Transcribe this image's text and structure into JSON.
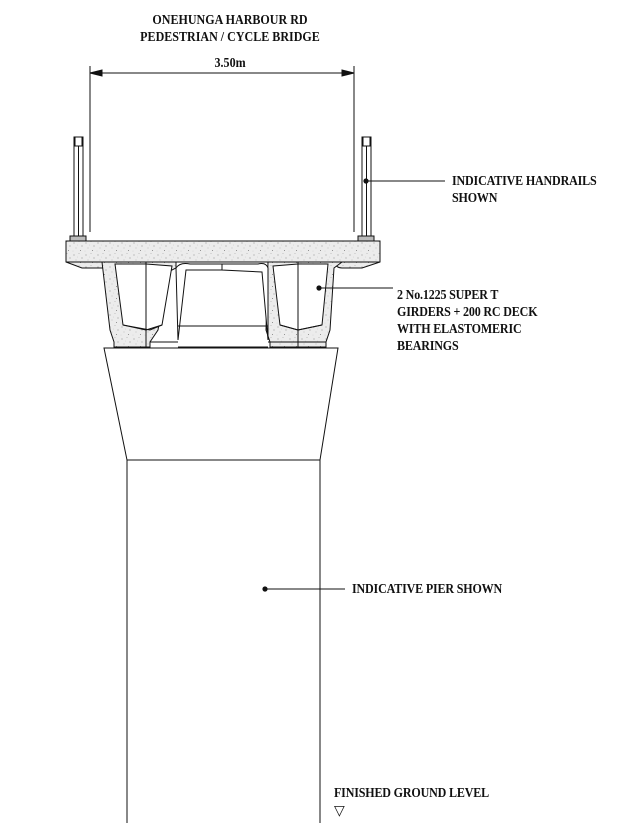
{
  "title": {
    "line1": "ONEHUNGA HARBOUR RD",
    "line2": "PEDESTRIAN / CYCLE BRIDGE"
  },
  "dimension": {
    "span_label": "3.50m"
  },
  "callouts": {
    "handrails": {
      "line1": "INDICATIVE HANDRAILS",
      "line2": "SHOWN"
    },
    "girders": {
      "line1": "2 No.1225 SUPER T",
      "line2": "GIRDERS + 200 RC DECK",
      "line3": "WITH ELASTOMERIC",
      "line4": "BEARINGS"
    },
    "pier": {
      "line1": "INDICATIVE PIER SHOWN"
    },
    "ground": {
      "line1": "FINISHED GROUND LEVEL",
      "symbol": "▽"
    }
  },
  "colors": {
    "line": "#111111",
    "concrete_fill": "#e9e9e9",
    "paper": "#ffffff"
  },
  "icons": {
    "ground_level": "triangle-down-outline-icon",
    "leader_dot": "filled-circle-icon",
    "dimension_arrow": "arrowhead-icon"
  }
}
